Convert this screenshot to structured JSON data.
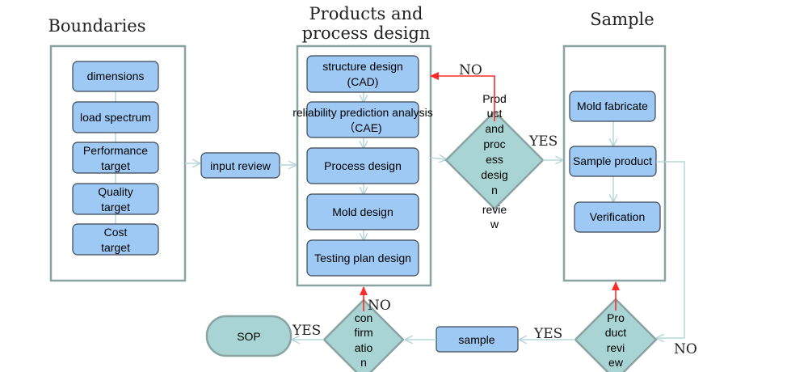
{
  "headers": {
    "boundaries": "Boundaries",
    "products_line1": "Products and",
    "products_line2": "process design",
    "sample": "Sample"
  },
  "boundaries": {
    "dimensions": "dimensions",
    "load_spectrum": "load spectrum",
    "performance_target": [
      "Performance",
      "target"
    ],
    "quality_target": [
      "Quality",
      "target"
    ],
    "cost_target": [
      "Cost",
      "target"
    ]
  },
  "input_review": "input review",
  "design": {
    "structure_design": [
      "structure design",
      "(CAD)"
    ],
    "reliability_prediction": [
      "reliability prediction analysis",
      "（CAE)"
    ],
    "process_design": "Process design",
    "mold_design": "Mold design",
    "testing_plan_design": "Testing plan design"
  },
  "product_process_review": [
    "Prod",
    "uct",
    "and",
    "proc",
    "ess",
    "desig",
    "n",
    "revie",
    "w"
  ],
  "sample_stage": {
    "mold_fabricate": "Mold fabricate",
    "sample_product": "Sample product",
    "verification": "Verification"
  },
  "product_review": [
    "Pro",
    "duct",
    "revi",
    "ew"
  ],
  "sample_box": "sample",
  "confirmation": [
    "con",
    "firm",
    "atio",
    "n"
  ],
  "sop": "SOP",
  "decisions": {
    "no_design": "NO",
    "yes_design": "YES",
    "no_confirmation": "NO",
    "yes_confirmation": "YES",
    "yes_product_review": "YES",
    "no_product_review": "NO"
  },
  "colors": {
    "box_fill": "#9ec9f5",
    "decision_fill": "#a8d4d3",
    "frame_stroke": "#8aa3a3",
    "connector": "#b6d7da",
    "feedback_arrow": "#ff2a2a"
  }
}
